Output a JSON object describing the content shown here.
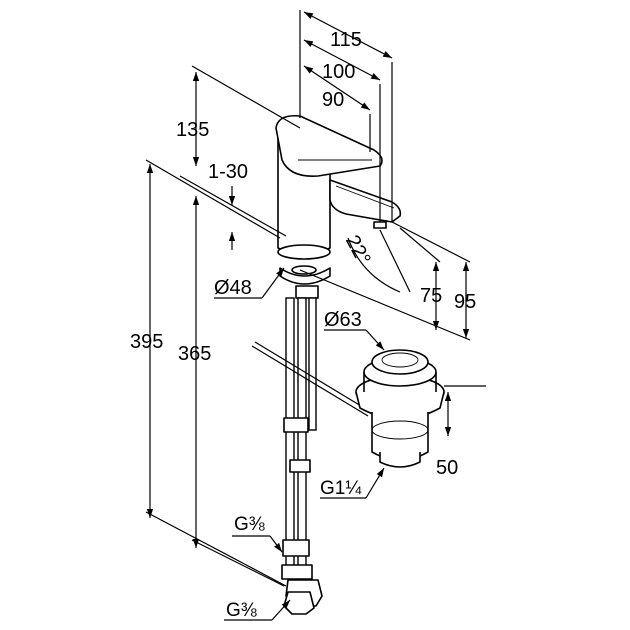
{
  "dimensions": {
    "d115": "115",
    "d100": "100",
    "d90": "90",
    "d135": "135",
    "d1_30": "1-30",
    "d395": "395",
    "d365": "365",
    "angle22": "22°",
    "d75": "75",
    "d95": "95",
    "d50": "50"
  },
  "diameters": {
    "d48": "Ø48",
    "d63": "Ø63"
  },
  "threads": {
    "g1_14": "G1¼",
    "g38_upper": "G⅜",
    "g38_lower": "G⅜"
  }
}
